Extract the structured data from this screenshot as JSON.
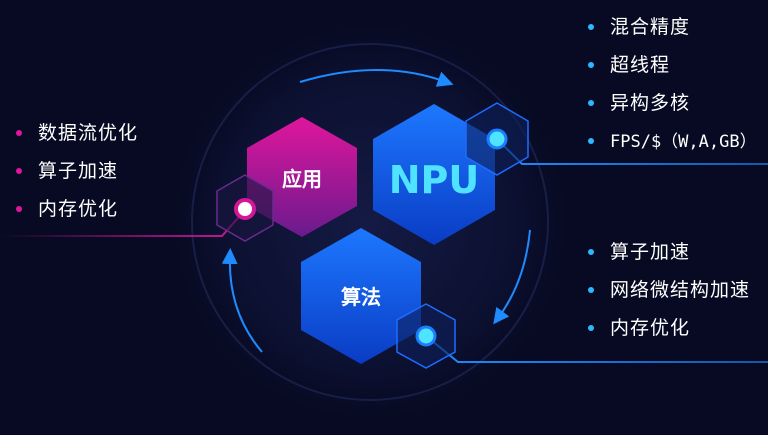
{
  "hexes": {
    "app": {
      "label": "应用"
    },
    "npu": {
      "label": "NPU"
    },
    "algo": {
      "label": "算法"
    }
  },
  "left_list": [
    "数据流优化",
    "算子加速",
    "内存优化"
  ],
  "right_top_list": [
    "混合精度",
    "超线程",
    "异构多核",
    "FPS/$（W,A,GB）"
  ],
  "right_bottom_list": [
    "算子加速",
    "网络微结构加速",
    "内存优化"
  ],
  "colors": {
    "background": "#070a22",
    "magenta": "#d4169a",
    "blue": "#1a6cf0",
    "cyan": "#4fe3ff",
    "bullet_left": "#e0169c",
    "bullet_right": "#2bb8ff"
  }
}
